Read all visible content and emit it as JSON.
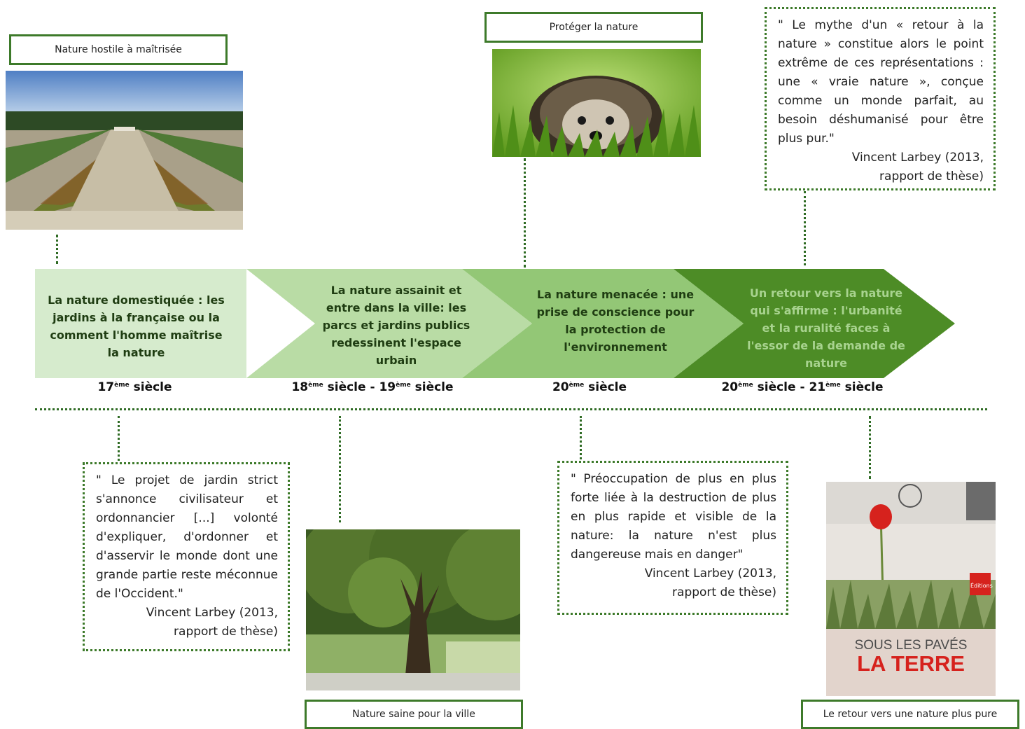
{
  "labels": {
    "hostile": "Nature hostile à maîtrisée",
    "proteger": "Protéger la nature",
    "saine": "Nature saine pour la ville",
    "retour": "Le retour vers une nature plus pure"
  },
  "quotes": {
    "q1": {
      "text": "\" Le mythe d'un « retour à la nature » constitue alors le point extrême de ces représentations : une « vraie nature », conçue comme un monde parfait, au besoin déshumanisé pour être plus pur.\"",
      "attribution_line1": "Vincent Larbey (2013,",
      "attribution_line2": "rapport de thèse)"
    },
    "q2": {
      "text": "\" Le projet de jardin strict s'annonce civilisateur et ordonnancier [...] volonté d'expliquer, d'ordonner et d'asservir le monde dont une grande partie reste méconnue de l'Occident.\"",
      "attribution_line1": "Vincent Larbey (2013,",
      "attribution_line2": "rapport de thèse)"
    },
    "q3": {
      "text": "\" Préoccupation de plus en plus forte liée à la destruction de plus en plus rapide et visible de la nature: la nature n'est plus dangereuse mais en danger\"",
      "attribution_line1": "Vincent Larbey (2013,",
      "attribution_line2": "rapport de thèse)"
    }
  },
  "eras": [
    {
      "text": "La nature domestiquée : les jardins à la française ou la comment l'homme maîtrise la nature",
      "color": "#d6ebcd"
    },
    {
      "text": "La nature assainit et entre dans la ville: les parcs et jardins publics redessinent l'espace urbain",
      "color": "#b9dca5"
    },
    {
      "text": "La nature menacée : une prise de conscience pour la protection de l'environnement",
      "color": "#93c776"
    },
    {
      "text": "Un retour vers la nature qui s'affirme : l'urbanité et la ruralité faces à l'essor de la demande de nature",
      "color": "#4d8c26"
    }
  ],
  "centuries": {
    "c1": {
      "num": "17",
      "sup": "ème",
      "word": "siècle"
    },
    "c2": {
      "num1": "18",
      "sup1": "ème",
      "word1": "siècle - ",
      "num2": "19",
      "sup2": "ème",
      "word2": "siècle"
    },
    "c3": {
      "num": "20",
      "sup": "ème",
      "word": "siècle"
    },
    "c4": {
      "num1": "20",
      "sup1": "ème",
      "word1": "siècle - ",
      "num2": "21",
      "sup2": "ème",
      "word2": "siècle"
    }
  },
  "book": {
    "title_line1": "SOUS LES PAVÉS",
    "title_line2": "LA TERRE",
    "publisher": "Éditions"
  },
  "colors": {
    "border_green": "#3d7a2a",
    "dotted_green": "#2f6b24",
    "poppy_red": "#d6221d"
  }
}
